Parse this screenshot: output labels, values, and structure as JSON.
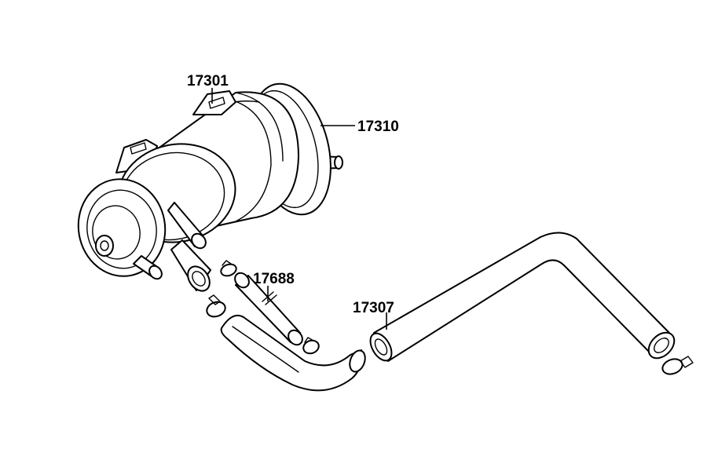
{
  "callouts": [
    {
      "id": "canister-bracket",
      "label": "17301"
    },
    {
      "id": "canister",
      "label": "17310"
    },
    {
      "id": "short-pipe",
      "label": "17688"
    },
    {
      "id": "long-hose",
      "label": "17307"
    }
  ],
  "colors": {
    "line": "#000000",
    "background": "#ffffff"
  }
}
